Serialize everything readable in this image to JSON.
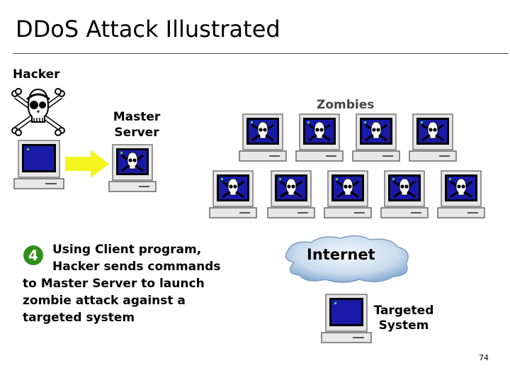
{
  "slide": {
    "title": "DDoS Attack Illustrated",
    "page_number": "74"
  },
  "labels": {
    "hacker": "Hacker",
    "master_server_line1": "Master",
    "master_server_line2": "Server",
    "zombies": "Zombies",
    "internet": "Internet",
    "target_line1": "Targeted",
    "target_line2": "System"
  },
  "step": {
    "number": "4",
    "first_line": "Using Client program,",
    "second_line": "Hacker sends commands",
    "rest": "to Master Server to launch zombie attack against a targeted system"
  },
  "colors": {
    "arrow": "#f4f41e",
    "badge": "#2f8f1a",
    "screen_blue": "#1a1aa8",
    "cloud": "#c9dbee"
  },
  "icons": {
    "hacker": "skull-crossbones-icon",
    "computer": "computer-icon",
    "cloud": "cloud-icon"
  }
}
